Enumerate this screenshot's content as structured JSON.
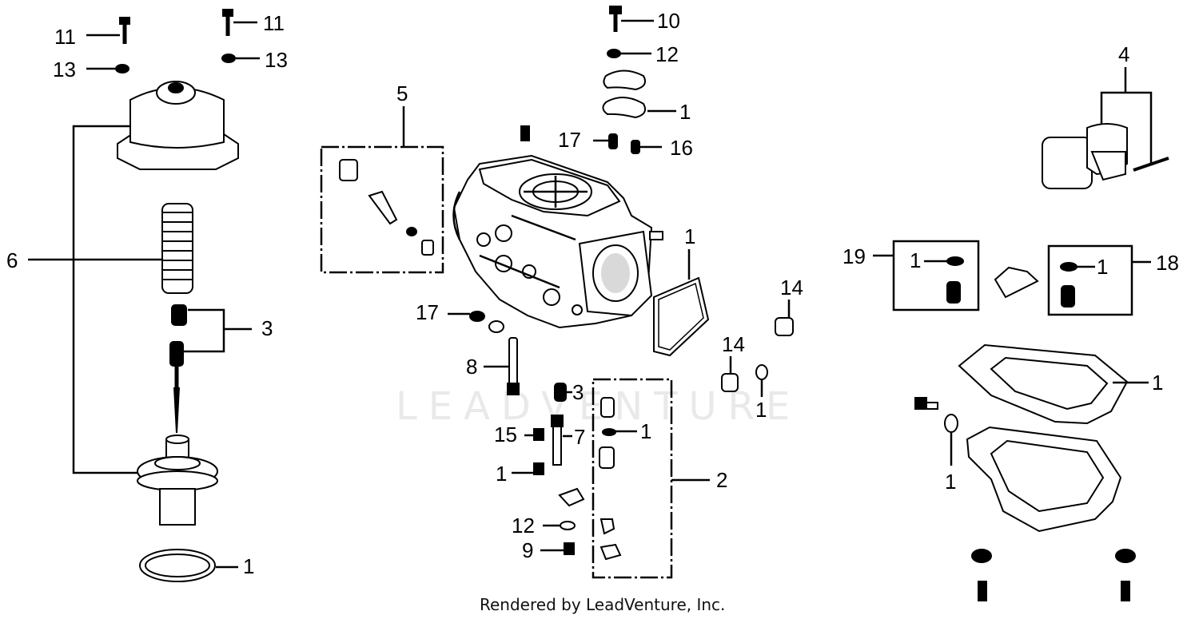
{
  "watermark": "LEADVENTURE",
  "footer": "Rendered by LeadVenture, Inc.",
  "labels": {
    "l11a": "11",
    "l11b": "11",
    "l13a": "13",
    "l13b": "13",
    "l6": "6",
    "l3a": "3",
    "l1_ring": "1",
    "l5": "5",
    "l10": "10",
    "l12a": "12",
    "l1a": "1",
    "l17a": "17",
    "l16": "16",
    "l1_gasket": "1",
    "l17b": "17",
    "l8": "8",
    "l14a": "14",
    "l14b": "14",
    "l1b": "1",
    "l3b": "3",
    "l15": "15",
    "l7": "7",
    "l1c": "1",
    "l1d": "1",
    "l2": "2",
    "l12b": "12",
    "l9": "9",
    "l4": "4",
    "l19": "19",
    "l1e": "1",
    "l1f": "1",
    "l18": "18",
    "l1g": "1",
    "l1h": "1"
  }
}
